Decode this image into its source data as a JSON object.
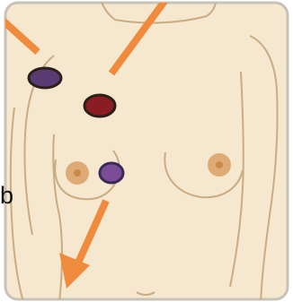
{
  "figure": {
    "side_label": "b",
    "colors": {
      "skin": "#f6e8cf",
      "outline": "#c9ab84",
      "frame": "#c8c2b8",
      "arrow": "#f08a3c",
      "lesion_purple": "#5b3b73",
      "lesion_red": "#8c1c24",
      "lesion_outline": "#2b2018",
      "lesion_purple_light": "#7a4d96",
      "areola": "#d9a066",
      "nipple": "#c98a48"
    },
    "markers": [
      {
        "name": "lesion-left-shoulder",
        "color": "lesion_purple"
      },
      {
        "name": "lesion-upper-chest",
        "color": "lesion_red"
      },
      {
        "name": "lesion-near-right-breast",
        "color": "lesion_purple_light"
      }
    ],
    "arrows": [
      {
        "name": "arrow-top-left"
      },
      {
        "name": "arrow-top-center"
      },
      {
        "name": "arrow-bottom"
      }
    ]
  }
}
